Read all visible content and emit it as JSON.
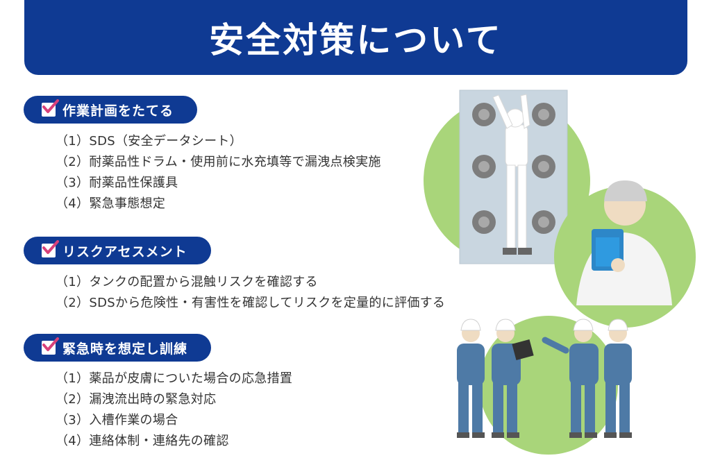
{
  "title": "安全対策について",
  "sections": [
    {
      "heading": "作業計画をたてる",
      "items": [
        "（1）SDS（安全データシート）",
        "（2）耐薬品性ドラム・使用前に水充填等で漏洩点検実施",
        "（3）耐薬品性保護具",
        "（4）緊急事態想定"
      ]
    },
    {
      "heading": "リスクアセスメント",
      "items": [
        "（1）タンクの配置から混触リスクを確認する",
        "（2）SDSから危険性・有害性を確認してリスクを定量的に評価する"
      ]
    },
    {
      "heading": "緊急時を想定し訓練",
      "items": [
        "（1）薬品が皮膚についた場合の応急措置",
        "（2）漏洩流出時の緊急対応",
        "（3）入槽作業の場合",
        "（4）連絡体制・連絡先の確認"
      ]
    }
  ],
  "colors": {
    "primary_navy": "#0f3a93",
    "check_pink": "#d8417a",
    "circle_green": "#a9d57a",
    "worker_blue": "#4e7aa6"
  },
  "icons": [
    "check-icon",
    "tank-inspection-illustration",
    "inspector-illustration",
    "team-drill-illustration"
  ]
}
